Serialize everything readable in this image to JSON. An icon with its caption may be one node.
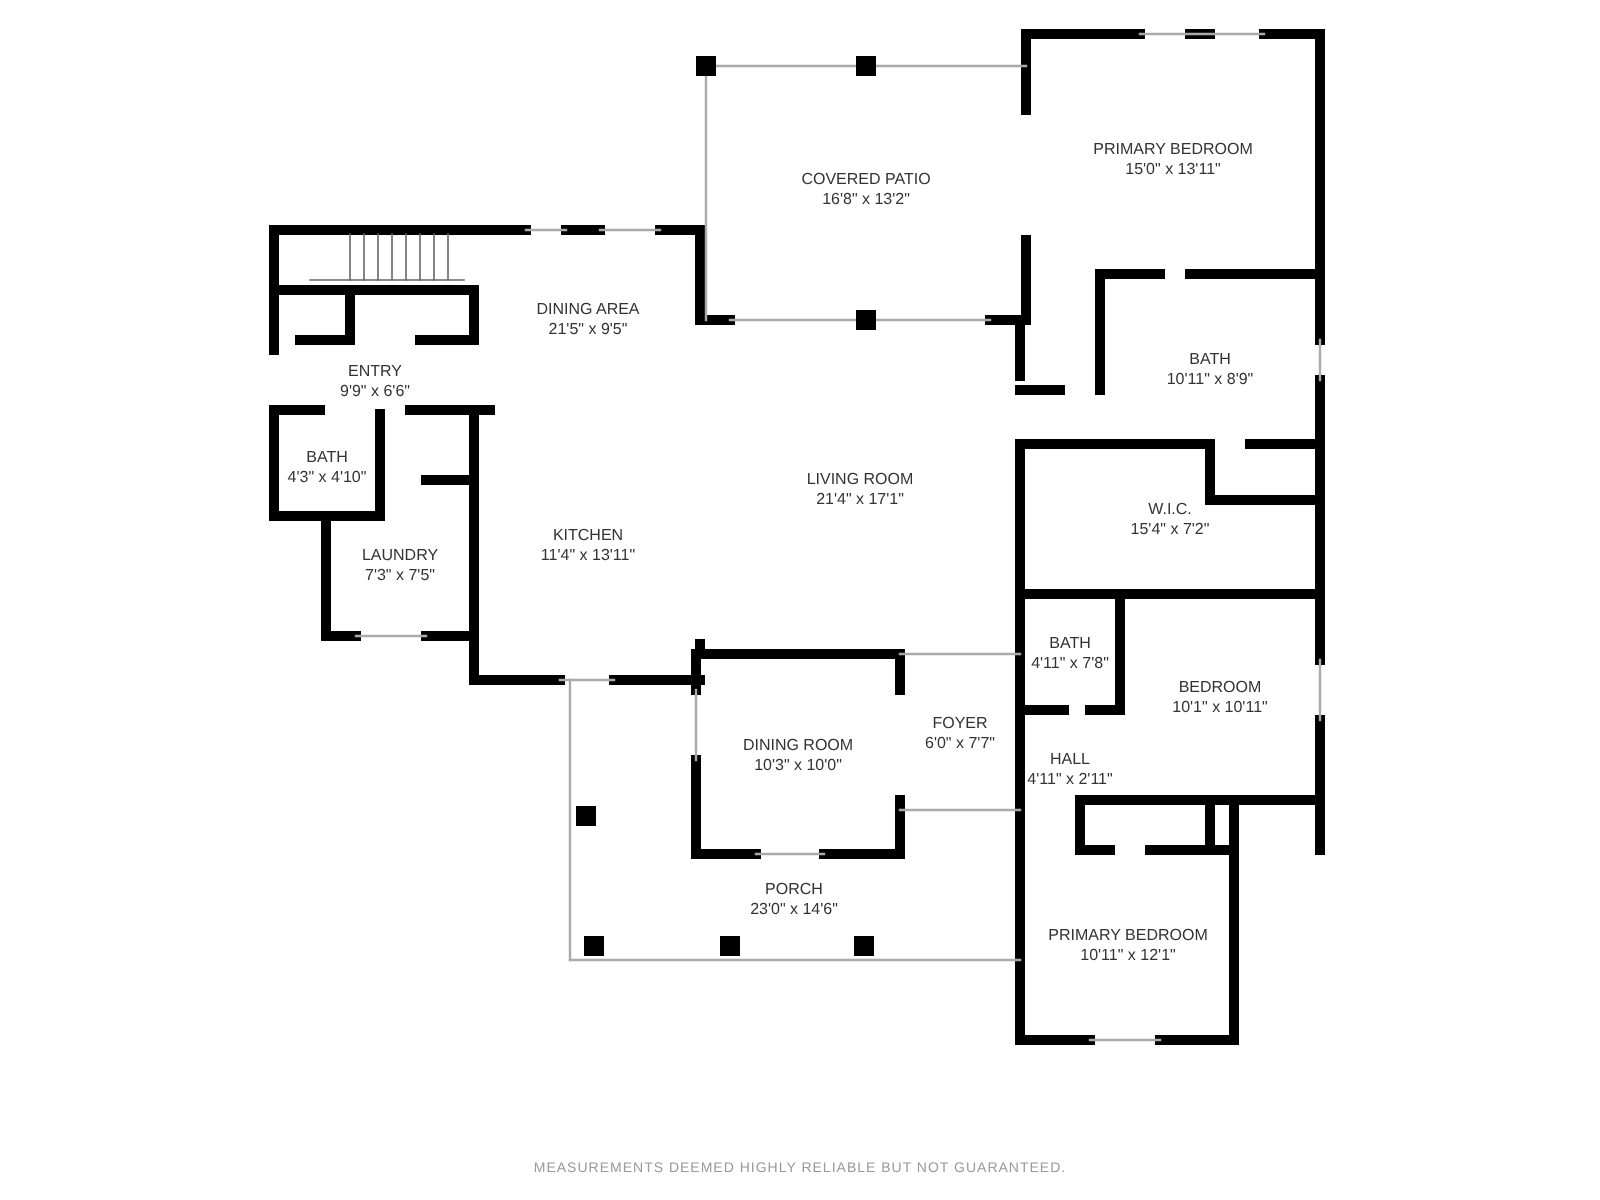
{
  "diagram": {
    "nodes": [
      {
        "text": [
          "COVERED PATIO",
          "16'8\" x 13'2\""
        ]
      },
      {
        "text": [
          "PRIMARY BEDROOM",
          "15'0\" x 13'11\""
        ]
      },
      {
        "text": [
          "DINING AREA",
          "21'5\" x 9'5\""
        ]
      },
      {
        "text": [
          "BATH",
          "10'11\" x 8'9\""
        ]
      },
      {
        "text": [
          "ENTRY",
          "9'9\" x 6'6\""
        ]
      },
      {
        "text": [
          "BATH",
          "4'3\" x 4'10\""
        ]
      },
      {
        "text": [
          "LIVING ROOM",
          "21'4\" x 17'1\""
        ]
      },
      {
        "text": [
          "W.I.C.",
          "15'4\" x 7'2\""
        ]
      },
      {
        "text": [
          "KITCHEN",
          "11'4\" x 13'11\""
        ]
      },
      {
        "text": [
          "LAUNDRY",
          "7'3\" x 7'5\""
        ]
      },
      {
        "text": [
          "BATH",
          "4'11\" x 7'8\""
        ]
      },
      {
        "text": [
          "BEDROOM",
          "10'1\" x 10'11\""
        ]
      },
      {
        "text": [
          "DINING ROOM",
          "10'3\" x 10'0\""
        ]
      },
      {
        "text": [
          "FOYER",
          "6'0\" x 7'7\""
        ]
      },
      {
        "text": [
          "HALL",
          "4'11\" x 2'11\""
        ]
      },
      {
        "text": [
          "PORCH",
          "23'0\" x 14'6\""
        ]
      },
      {
        "text": [
          "PRIMARY BEDROOM",
          "10'11\" x 12'1\""
        ]
      }
    ],
    "labels": [
      "MEASUREMENTS DEEMED HIGHLY RELIABLE BUT NOT GUARANTEED."
    ]
  }
}
